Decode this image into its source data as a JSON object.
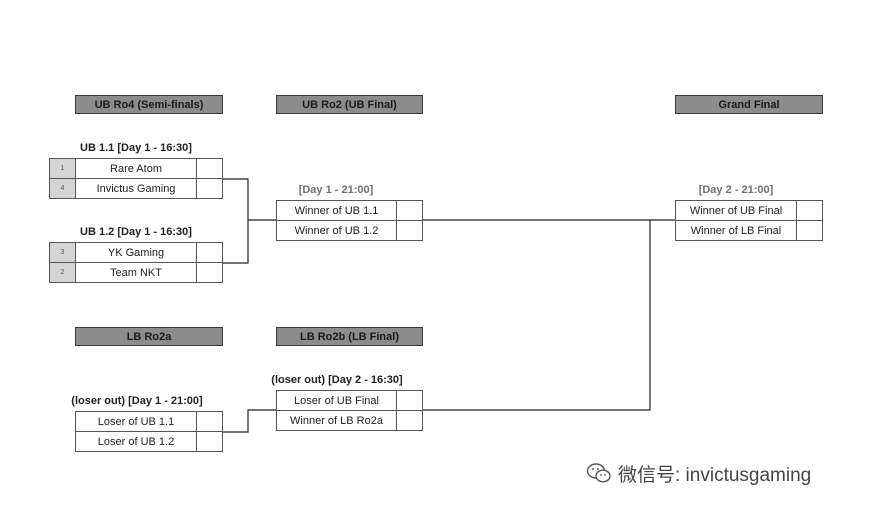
{
  "headers": {
    "ub_ro4": "UB Ro4 (Semi-finals)",
    "ub_ro2": "UB Ro2 (UB Final)",
    "grand_final": "Grand Final",
    "lb_ro2a": "LB Ro2a",
    "lb_ro2b": "LB Ro2b (LB Final)"
  },
  "matches": {
    "ub11": {
      "label": "UB 1.1 [Day 1 - 16:30]",
      "team1": "Rare Atom",
      "seed1": "1",
      "team2": "Invictus Gaming",
      "seed2": "4"
    },
    "ub12": {
      "label": "UB 1.2 [Day 1 - 16:30]",
      "team1": "YK Gaming",
      "seed1": "3",
      "team2": "Team NKT",
      "seed2": "2"
    },
    "ubf": {
      "label": "[Day 1 - 21:00]",
      "team1": "Winner of UB 1.1",
      "team2": "Winner of UB 1.2"
    },
    "gf": {
      "label": "[Day 2 - 21:00]",
      "team1": "Winner of UB Final",
      "team2": "Winner of LB Final"
    },
    "lb2a": {
      "label": "(loser out) [Day 1 - 21:00]",
      "team1": "Loser of UB 1.1",
      "team2": "Loser of UB 1.2"
    },
    "lbf": {
      "label": "(loser out) [Day 2 - 16:30]",
      "team1": "Loser of UB Final",
      "team2": "Winner of LB Ro2a"
    }
  },
  "watermark": "微信号: invictusgaming",
  "colors": {
    "header_bg": "#8c8c8c",
    "seed_bg": "#d4d4d4",
    "label_grey": "#707070"
  }
}
